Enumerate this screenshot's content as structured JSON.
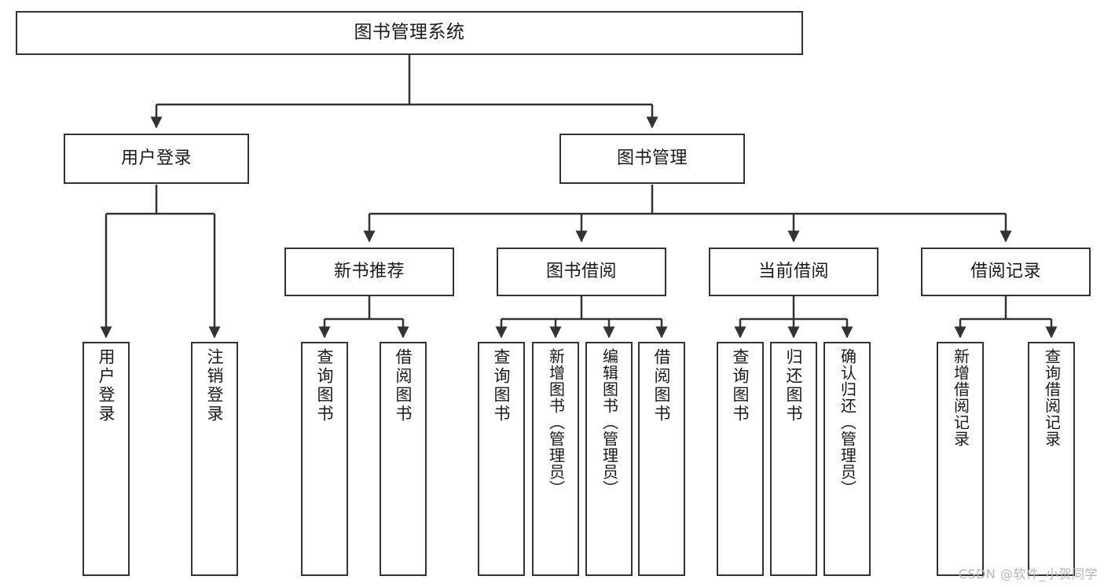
{
  "diagram": {
    "type": "tree",
    "title": "图书管理系统",
    "orientation": "top-down",
    "edge_style": "orthogonal-arrow",
    "colors": {
      "box_border": "#333333",
      "box_fill": "#ffffff",
      "edge": "#333333",
      "text": "#1a1a1a",
      "watermark": "#b6b6b6",
      "background": "#ffffff"
    },
    "nodes": {
      "root": {
        "label": "图书管理系统",
        "level": 1
      },
      "level2": [
        {
          "id": "user-login",
          "label": "用户登录"
        },
        {
          "id": "book-manage",
          "label": "图书管理"
        }
      ],
      "level3": [
        {
          "id": "new-book-recommend",
          "label": "新书推荐",
          "parent": "book-manage"
        },
        {
          "id": "book-borrow",
          "label": "图书借阅",
          "parent": "book-manage"
        },
        {
          "id": "current-borrow",
          "label": "当前借阅",
          "parent": "book-manage"
        },
        {
          "id": "borrow-record",
          "label": "借阅记录",
          "parent": "book-manage"
        }
      ],
      "leaves": [
        {
          "id": "leaf-user-login",
          "label": "用户登录",
          "parent": "user-login"
        },
        {
          "id": "leaf-logout-login",
          "label": "注销登录",
          "parent": "user-login"
        },
        {
          "id": "leaf-query-book-1",
          "label": "查询图书",
          "parent": "new-book-recommend"
        },
        {
          "id": "leaf-borrow-book-1",
          "label": "借阅图书",
          "parent": "new-book-recommend"
        },
        {
          "id": "leaf-query-book-2",
          "label": "查询图书",
          "parent": "book-borrow"
        },
        {
          "id": "leaf-add-book",
          "label": "新增图书（管理员）",
          "parent": "book-borrow"
        },
        {
          "id": "leaf-edit-book",
          "label": "编辑图书（管理员）",
          "parent": "book-borrow"
        },
        {
          "id": "leaf-borrow-book-2",
          "label": "借阅图书",
          "parent": "book-borrow"
        },
        {
          "id": "leaf-query-book-3",
          "label": "查询图书",
          "parent": "current-borrow"
        },
        {
          "id": "leaf-return-book",
          "label": "归还图书",
          "parent": "current-borrow"
        },
        {
          "id": "leaf-confirm-return",
          "label": "确认归还（管理员）",
          "parent": "current-borrow"
        },
        {
          "id": "leaf-add-record",
          "label": "新增借阅记录",
          "parent": "borrow-record"
        },
        {
          "id": "leaf-query-record",
          "label": "查询借阅记录",
          "parent": "borrow-record"
        }
      ]
    }
  },
  "watermark": {
    "text": "CSDN @软件_小贺同学"
  }
}
